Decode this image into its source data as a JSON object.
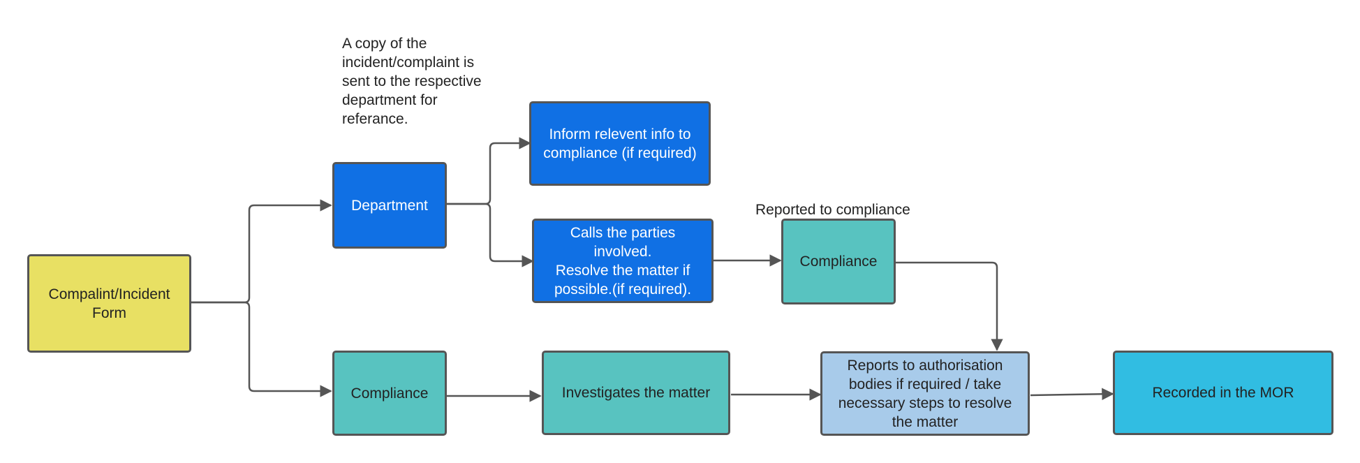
{
  "nodes": {
    "form": "Compalint/Incident Form",
    "department": "Department",
    "inform": "Inform relevent info to compliance (if required)",
    "calls": "Calls the parties involved.\nResolve the matter if possible.(if required).",
    "compliance_top": "Compliance",
    "compliance_bottom": "Compliance",
    "investigate": "Investigates the matter",
    "reports": "Reports to authorisation bodies if required / take necessary steps to resolve the matter",
    "recorded": "Recorded in the MOR"
  },
  "annotations": {
    "copy_note": "A copy of the incident/complaint is sent to the respective department for referance.",
    "reported_note": "Reported to compliance"
  },
  "colors": {
    "yellow": "#e8e063",
    "blue": "#1070e4",
    "teal": "#58c3c0",
    "light_blue": "#a8cbea",
    "cyan": "#31bde2",
    "connector": "#555555"
  }
}
